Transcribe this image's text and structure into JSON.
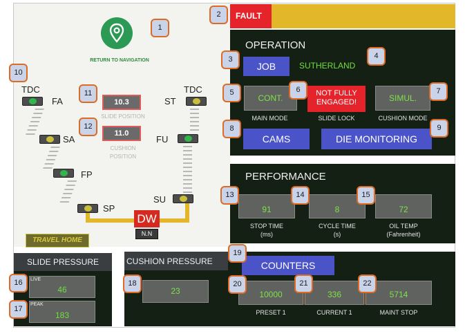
{
  "nav": {
    "label": "RETURN TO NAVIGATION"
  },
  "fault": {
    "label": "FAULT"
  },
  "press": {
    "tdc_left": "TDC",
    "tdc_right": "TDC",
    "fa": "FA",
    "sa": "SA",
    "fp": "FP",
    "sp": "SP",
    "st": "ST",
    "fu": "FU",
    "su": "SU",
    "dw": "DW",
    "nn": "N.N"
  },
  "slide_position": {
    "value": "10.3",
    "label": "SLIDE POSITION"
  },
  "cushion_position": {
    "value": "11.0",
    "label_line1": "CUSHION",
    "label_line2": "POSITION"
  },
  "travel_home": {
    "label": "TRAVEL HOME"
  },
  "operation": {
    "title": "OPERATION",
    "job_label": "JOB",
    "job_name": "SUTHERLAND",
    "main_mode": {
      "value": "CONT.",
      "caption": "MAIN MODE"
    },
    "slide_lock": {
      "value_line1": "NOT FULLY",
      "value_line2": "ENGAGED!",
      "caption": "SLIDE LOCK"
    },
    "cushion_mode": {
      "value": "SIMUL.",
      "caption": "CUSHION MODE"
    },
    "cams_label": "CAMS",
    "die_monitoring_label": "DIE MONITORING"
  },
  "performance": {
    "title": "PERFORMANCE",
    "stop_time": {
      "value": "91",
      "caption_line1": "STOP TIME",
      "caption_line2": "(ms)"
    },
    "cycle_time": {
      "value": "8",
      "caption_line1": "CYCLE TIME",
      "caption_line2": "(s)"
    },
    "oil_temp": {
      "value": "72",
      "caption_line1": "OIL TEMP",
      "caption_line2": "(Fahrenheit)"
    }
  },
  "slide_pressure": {
    "title": "SLIDE PRESSURE",
    "live_label": "LIVE",
    "live_value": "46",
    "peak_label": "PEAK",
    "peak_value": "183"
  },
  "cushion_pressure": {
    "title": "CUSHION PRESSURE",
    "value": "23"
  },
  "counters": {
    "label": "COUNTERS",
    "preset1": {
      "value": "10000",
      "caption": "PRESET 1"
    },
    "current1": {
      "value": "336",
      "caption": "CURRENT 1"
    },
    "maint_stop": {
      "value": "5714",
      "caption": "MAINT STOP"
    }
  },
  "badges": [
    "1",
    "2",
    "3",
    "4",
    "5",
    "6",
    "7",
    "8",
    "9",
    "10",
    "11",
    "12",
    "13",
    "14",
    "15",
    "16",
    "17",
    "18",
    "19",
    "20",
    "21",
    "22"
  ],
  "colors": {
    "dark_panel": "#142014",
    "fault_red": "#e5232a",
    "accent_blue": "#4a54c8",
    "value_green": "#6fdf3e",
    "warning_yellow": "#e2b82a",
    "badge_border": "#dd6b24"
  }
}
